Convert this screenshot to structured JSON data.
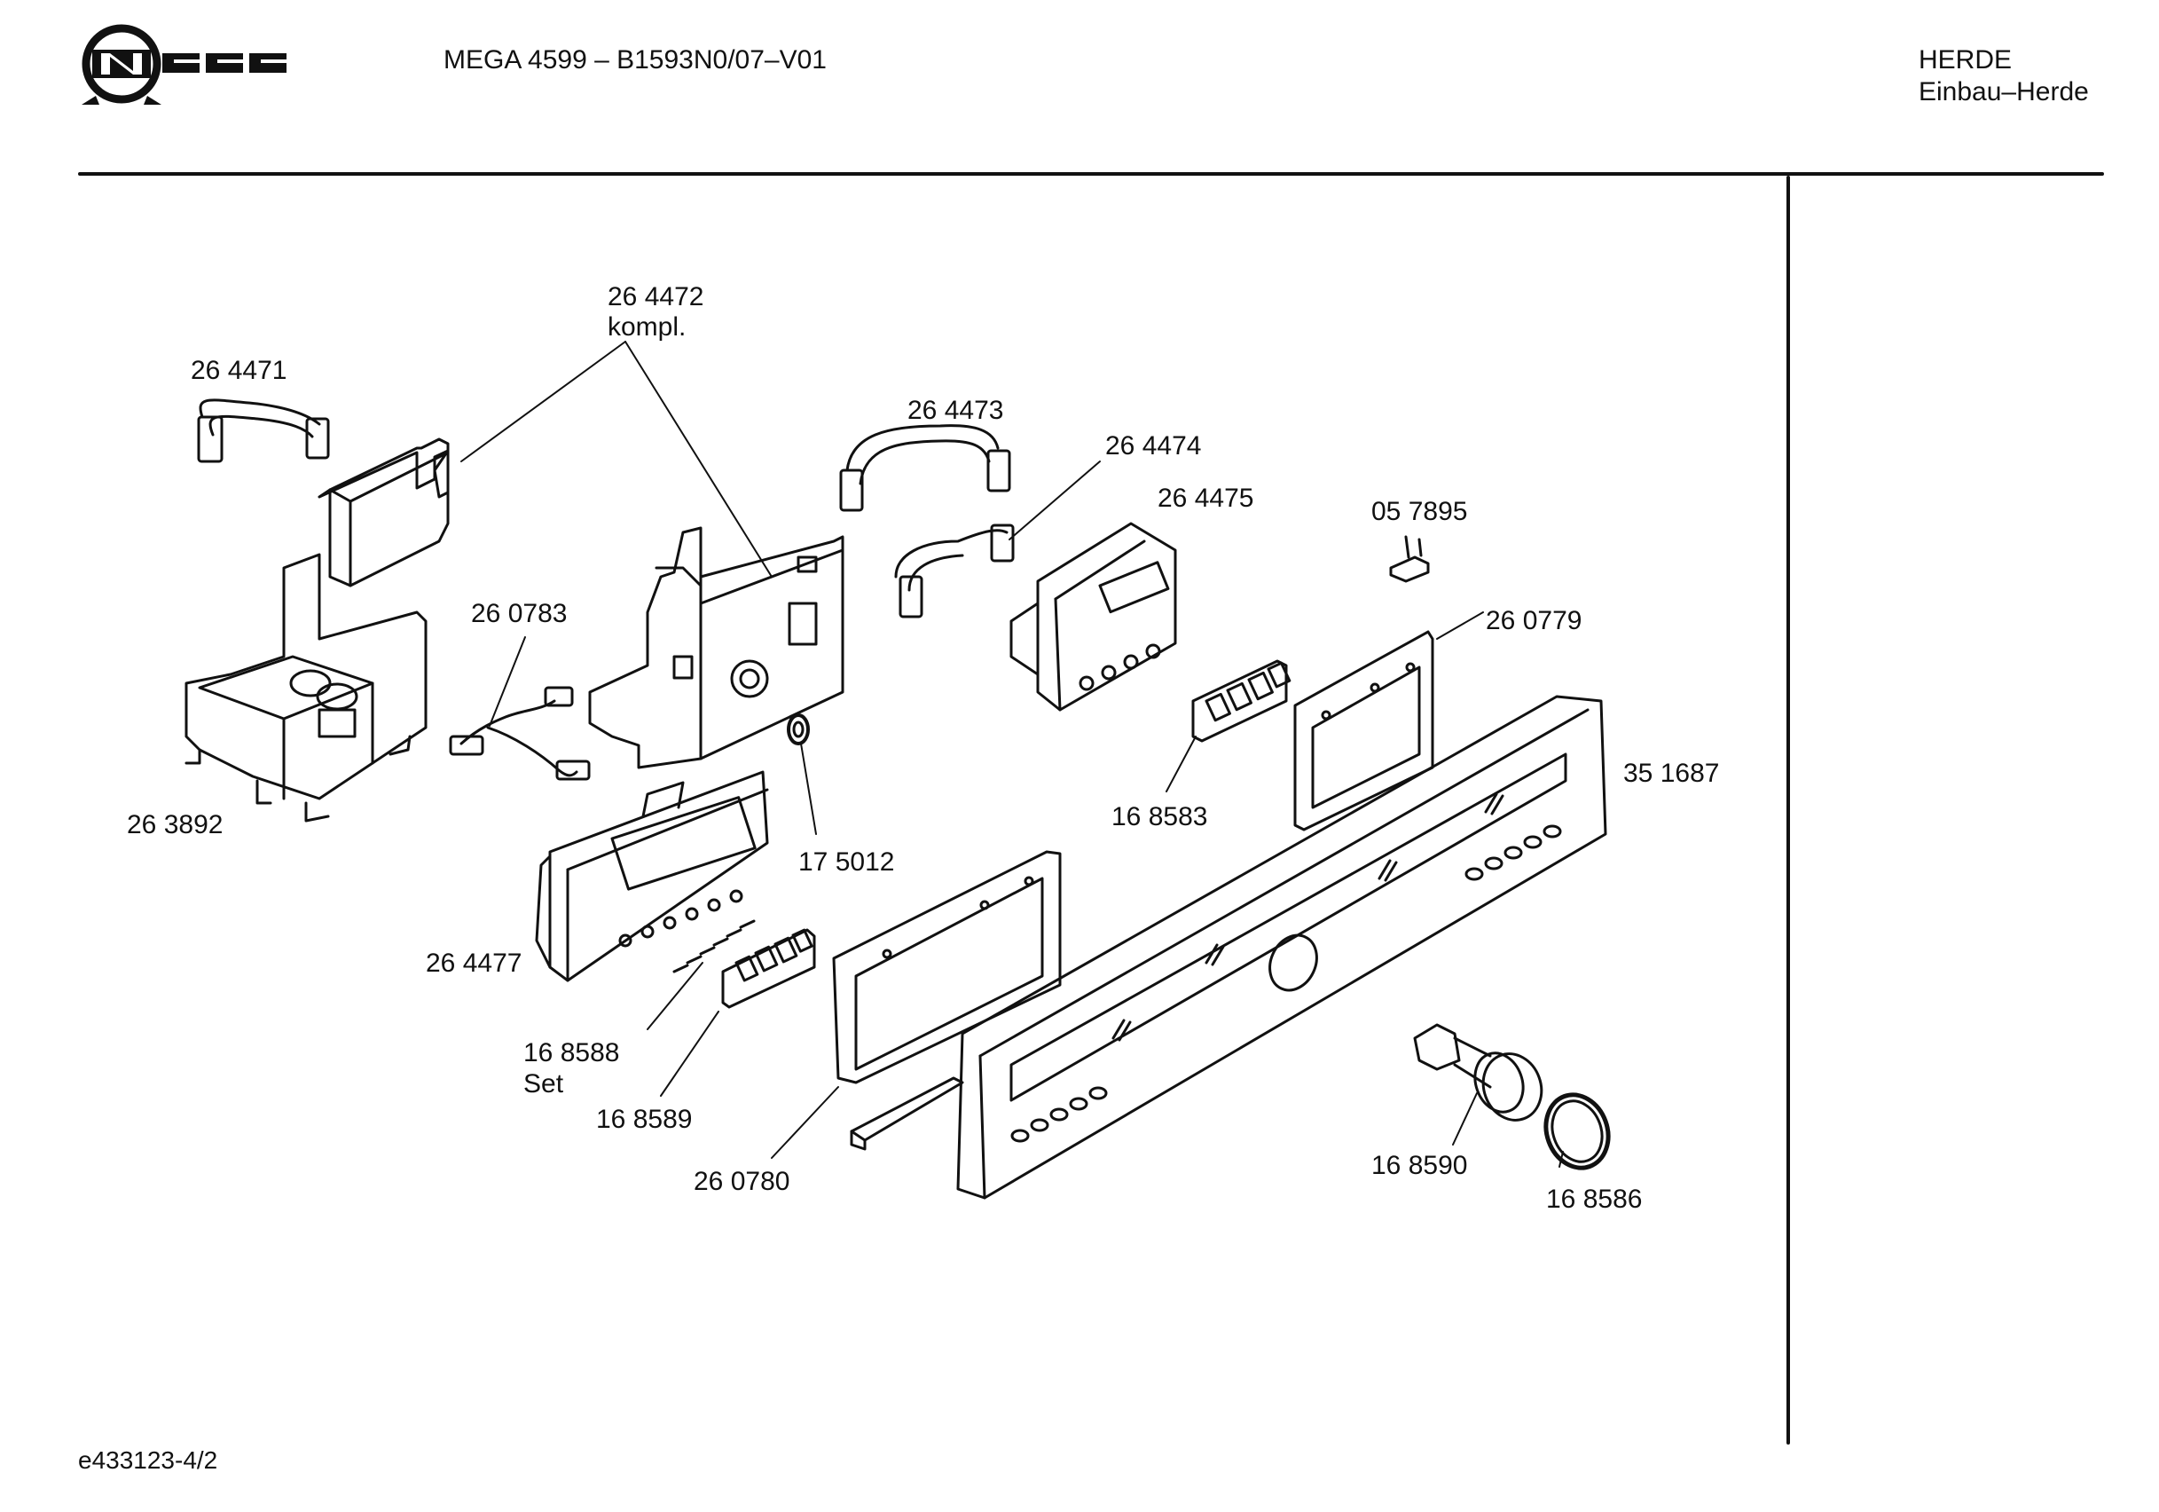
{
  "header": {
    "brand": "NEFF",
    "model": "MEGA 4599 – B1593N0/07–V01",
    "category": "HERDE",
    "subcategory": "Einbau–Herde"
  },
  "footer": {
    "doc_id": "e433123-4/2"
  },
  "parts": [
    {
      "id": "p264472",
      "number": "26 4472",
      "note": "kompl."
    },
    {
      "id": "p264471",
      "number": "26 4471"
    },
    {
      "id": "p264473",
      "number": "26 4473"
    },
    {
      "id": "p264474",
      "number": "26 4474"
    },
    {
      "id": "p264475",
      "number": "26 4475"
    },
    {
      "id": "p057895",
      "number": "05 7895"
    },
    {
      "id": "p260783",
      "number": "26 0783"
    },
    {
      "id": "p260779",
      "number": "26 0779"
    },
    {
      "id": "p351687",
      "number": "35 1687"
    },
    {
      "id": "p263892",
      "number": "26 3892"
    },
    {
      "id": "p168583",
      "number": "16 8583"
    },
    {
      "id": "p175012",
      "number": "17 5012"
    },
    {
      "id": "p264477",
      "number": "26 4477"
    },
    {
      "id": "p168588",
      "number": "16 8588",
      "note": "Set"
    },
    {
      "id": "p168589",
      "number": "16 8589"
    },
    {
      "id": "p260780",
      "number": "26 0780"
    },
    {
      "id": "p168590",
      "number": "16 8590"
    },
    {
      "id": "p168586",
      "number": "16 8586"
    }
  ]
}
